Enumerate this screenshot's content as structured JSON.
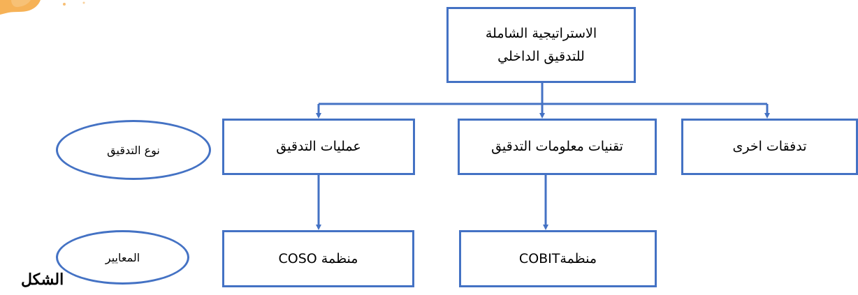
{
  "diagram": {
    "root": {
      "line1": "الاستراتيجية الشاملة",
      "line2": "للتدقيق الداخلي"
    },
    "level1": {
      "right": "تدفقات اخرى",
      "middle": "تقنيات معلومات التدقيق",
      "left": "عمليات التدقيق"
    },
    "level2": {
      "middle": "منظمةCOBIT",
      "left": "منظمة COSO"
    },
    "side_labels": {
      "audit_type": "نوع التدقيق",
      "standards": "المعايير"
    },
    "caption": "الشكل"
  },
  "colors": {
    "border": "#4472C4",
    "stain": "#F4A43A"
  }
}
